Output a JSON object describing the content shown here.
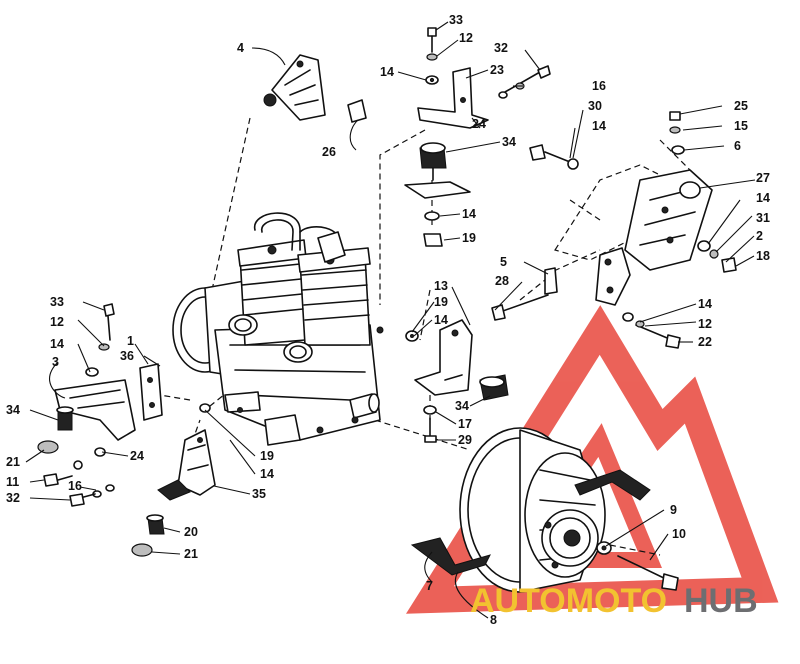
{
  "diagram": {
    "callouts": [
      "33",
      "12",
      "32",
      "14",
      "23",
      "16",
      "4",
      "30",
      "14",
      "25",
      "15",
      "24",
      "26",
      "34",
      "6",
      "27",
      "14",
      "31",
      "14",
      "19",
      "2",
      "5",
      "28",
      "18",
      "13",
      "19",
      "14",
      "14",
      "12",
      "33",
      "22",
      "12",
      "1",
      "36",
      "14",
      "3",
      "34",
      "34",
      "17",
      "29",
      "19",
      "21",
      "24",
      "14",
      "11",
      "16",
      "35",
      "32",
      "9",
      "20",
      "10",
      "21",
      "7",
      "8"
    ]
  },
  "watermark": {
    "part1": "AUTOMOTO",
    "part2": "HUB",
    "colors": {
      "red": "#e8463c",
      "yellow": "#f2c230",
      "gray": "#6d6e71"
    }
  }
}
